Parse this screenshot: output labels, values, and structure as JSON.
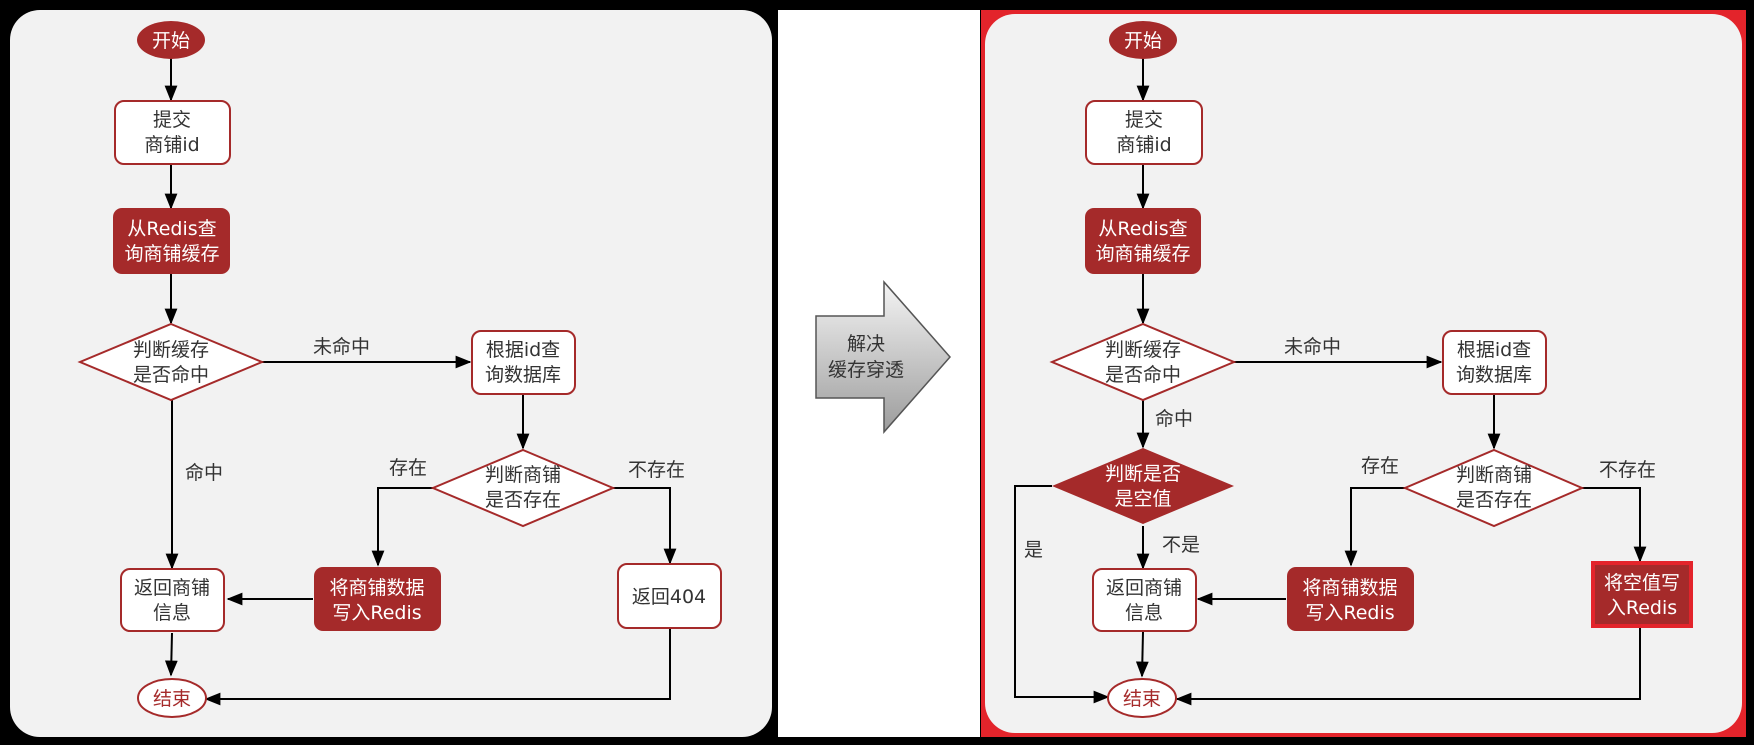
{
  "colors": {
    "accent": "#a52a2a",
    "node_border": "#a52a2a",
    "panel_bg": "#f2f2f2",
    "highlight": "#e3242b"
  },
  "arrow_label": [
    "解决",
    "缓存穿透"
  ],
  "left": {
    "nodes": {
      "start": [
        "开始"
      ],
      "submit": [
        "提交",
        "商铺id"
      ],
      "query_redis": [
        "从Redis查",
        "询商铺缓存"
      ],
      "judge_hit": [
        "判断缓存",
        "是否命中"
      ],
      "query_db": [
        "根据id查",
        "询数据库"
      ],
      "judge_exist": [
        "判断商铺",
        "是否存在"
      ],
      "return_info": [
        "返回商铺",
        "信息"
      ],
      "write_redis": [
        "将商铺数据",
        "写入Redis"
      ],
      "return_404": [
        "返回404"
      ],
      "end": [
        "结束"
      ]
    },
    "labels": {
      "miss": "未命中",
      "hit": "命中",
      "exist": "存在",
      "not_exist": "不存在"
    }
  },
  "right": {
    "nodes": {
      "start": [
        "开始"
      ],
      "submit": [
        "提交",
        "商铺id"
      ],
      "query_redis": [
        "从Redis查",
        "询商铺缓存"
      ],
      "judge_hit": [
        "判断缓存",
        "是否命中"
      ],
      "query_db": [
        "根据id查",
        "询数据库"
      ],
      "judge_null": [
        "判断是否",
        "是空值"
      ],
      "judge_exist": [
        "判断商铺",
        "是否存在"
      ],
      "return_info": [
        "返回商铺",
        "信息"
      ],
      "write_redis": [
        "将商铺数据",
        "写入Redis"
      ],
      "write_null": [
        "将空值写",
        "入Redis"
      ],
      "end": [
        "结束"
      ]
    },
    "labels": {
      "miss": "未命中",
      "hit": "命中",
      "yes": "是",
      "no": "不是",
      "exist": "存在",
      "not_exist": "不存在"
    }
  }
}
